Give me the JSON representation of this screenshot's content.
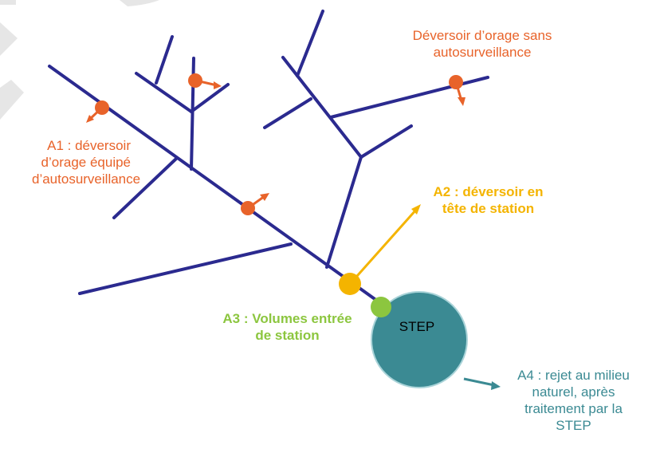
{
  "labels": {
    "a1": "A1 : déversoir\nd’orage équipé\nd’autosurveillance",
    "unmonitored": "Déversoir d’orage sans\nautosurveillance",
    "a2": "A2 : déversoir en\ntête de station",
    "a3": "A3 : Volumes entrée\nde station",
    "step": "STEP",
    "a4": "A4 : rejet au milieu\nnaturel, après\ntraitement par la\nSTEP"
  },
  "colors": {
    "network": "#2b2a8f",
    "overflow": "#e8632a",
    "a2": "#f4b400",
    "a3": "#8cc63f",
    "step_fill": "#3b8a93",
    "step_stroke": "#a9d3d8"
  }
}
